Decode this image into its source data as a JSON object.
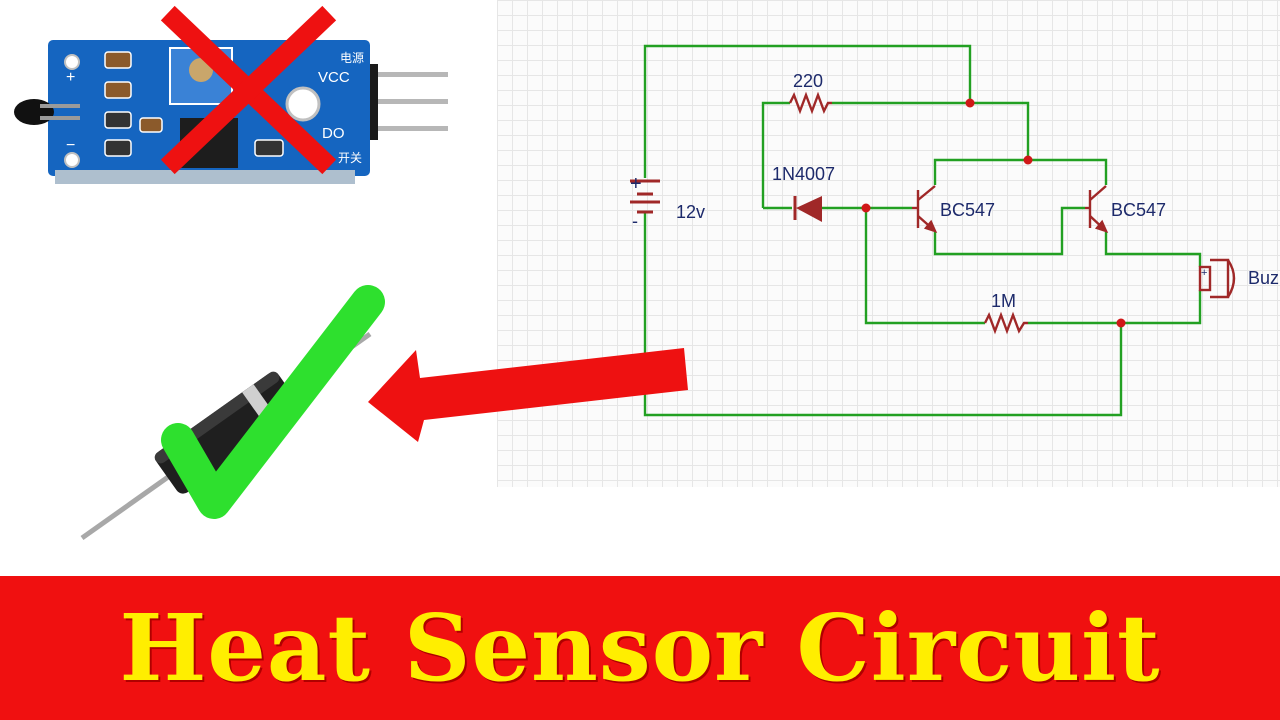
{
  "banner": {
    "title": "Heat Sensor Circuit"
  },
  "sensor_module": {
    "pin_labels": {
      "vcc": "VCC",
      "do": "DO",
      "power_cn": "电源",
      "switch_cn": "开关",
      "plus": "+",
      "minus": "−"
    }
  },
  "schematic": {
    "battery": {
      "label": "12v",
      "plus": "+",
      "minus": "-"
    },
    "resistor_top": {
      "label": "220"
    },
    "diode": {
      "label": "1N4007"
    },
    "transistor_left": {
      "label": "BC547"
    },
    "transistor_right": {
      "label": "BC547"
    },
    "resistor_bottom": {
      "label": "1M"
    },
    "buzzer": {
      "label": "Buz",
      "plus": "+"
    }
  },
  "colors": {
    "wire": "#22a022",
    "component": "#a02828",
    "junction": "#d01818",
    "label": "#1d2a6b",
    "banner_bg": "#f01010",
    "banner_text": "#ffee00",
    "cross": "#ee1111",
    "check": "#2ee02e",
    "arrow": "#ee1111",
    "pcb": "#1565c0"
  },
  "icons": {
    "cross": "red-x-mark-icon",
    "check": "green-check-mark-icon",
    "arrow": "red-left-arrow-icon"
  }
}
